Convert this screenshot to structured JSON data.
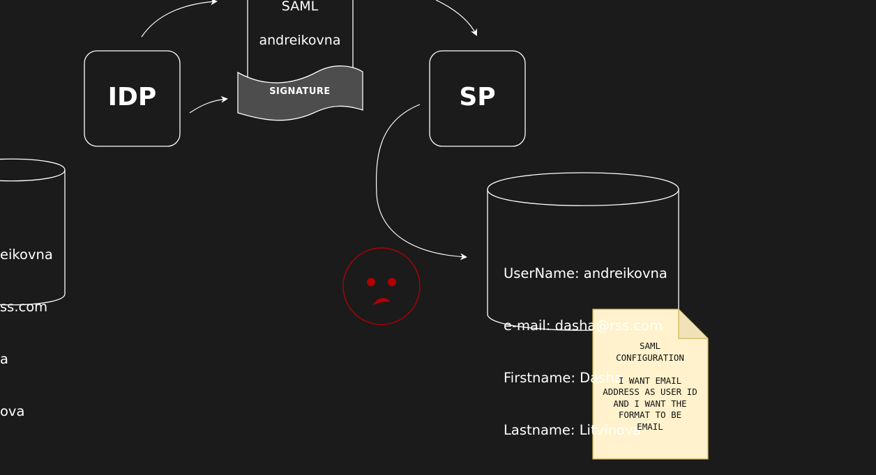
{
  "idp": {
    "label": "IDP"
  },
  "sp": {
    "label": "SP"
  },
  "saml_document": {
    "title": "SAML",
    "username": "andreikovna",
    "signature": "SIGNATURE"
  },
  "idp_database": {
    "lines": [
      "eikovna",
      "ss.com",
      "a",
      "ova"
    ]
  },
  "sp_database": {
    "lines": [
      "UserName: andreikovna",
      "e-mail: dasha@rss.com",
      "Firstname: Dasha",
      "Lastname: Litvinova"
    ]
  },
  "note": {
    "text": "SAML\nCONFIGURATION\n\nI WANT EMAIL\nADDRESS AS USER ID\nAND I WANT THE\nFORMAT TO BE\nEMAIL",
    "fill": "#fff2cc",
    "stroke": "#d6b656"
  },
  "colors": {
    "background": "#1b1b1b",
    "line": "#ffffff",
    "signature_fill": "#4d4d4d",
    "sad_face": "#b20000"
  },
  "icons": {
    "sad_face": "sad-face-icon"
  }
}
